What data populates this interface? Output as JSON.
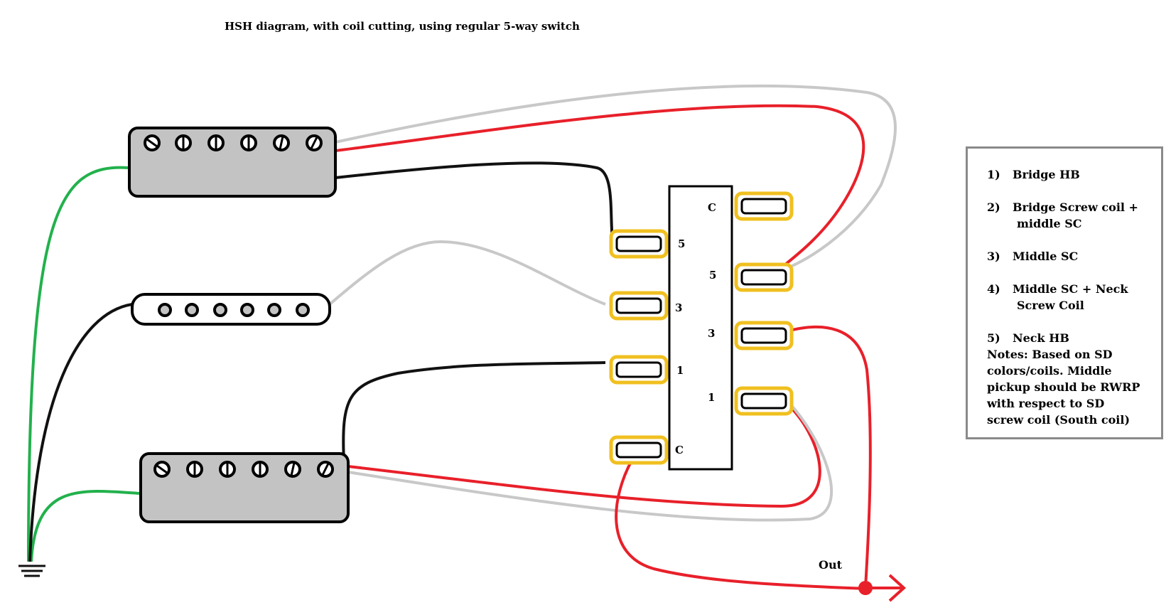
{
  "title": "HSH diagram, with coil cutting, using regular 5-way switch",
  "switch": {
    "left_labels": [
      "5",
      "3",
      "1",
      "C"
    ],
    "right_labels": [
      "C",
      "5",
      "3",
      "1"
    ]
  },
  "output_label": "Out",
  "legend": {
    "items": [
      {
        "num": "1)",
        "line1": "Bridge HB",
        "line2": ""
      },
      {
        "num": "2)",
        "line1": "Bridge Screw coil +",
        "line2": "middle SC"
      },
      {
        "num": "3)",
        "line1": "Middle SC",
        "line2": ""
      },
      {
        "num": "4)",
        "line1": "Middle SC + Neck",
        "line2": "Screw Coil"
      },
      {
        "num": "5)",
        "line1": "Neck HB",
        "line2": ""
      }
    ],
    "notes": [
      "Notes: Based on SD",
      "colors/coils.  Middle",
      "pickup should be RWRP",
      "with respect to SD",
      "screw coil (South coil)"
    ]
  },
  "colors": {
    "wire_red": "#e8202a",
    "wire_gray": "#c8c8c8",
    "wire_green": "#22b14c",
    "wire_black": "#111111",
    "lug_gold": "#f0c020",
    "pickup_gray": "#c3c3c3"
  }
}
